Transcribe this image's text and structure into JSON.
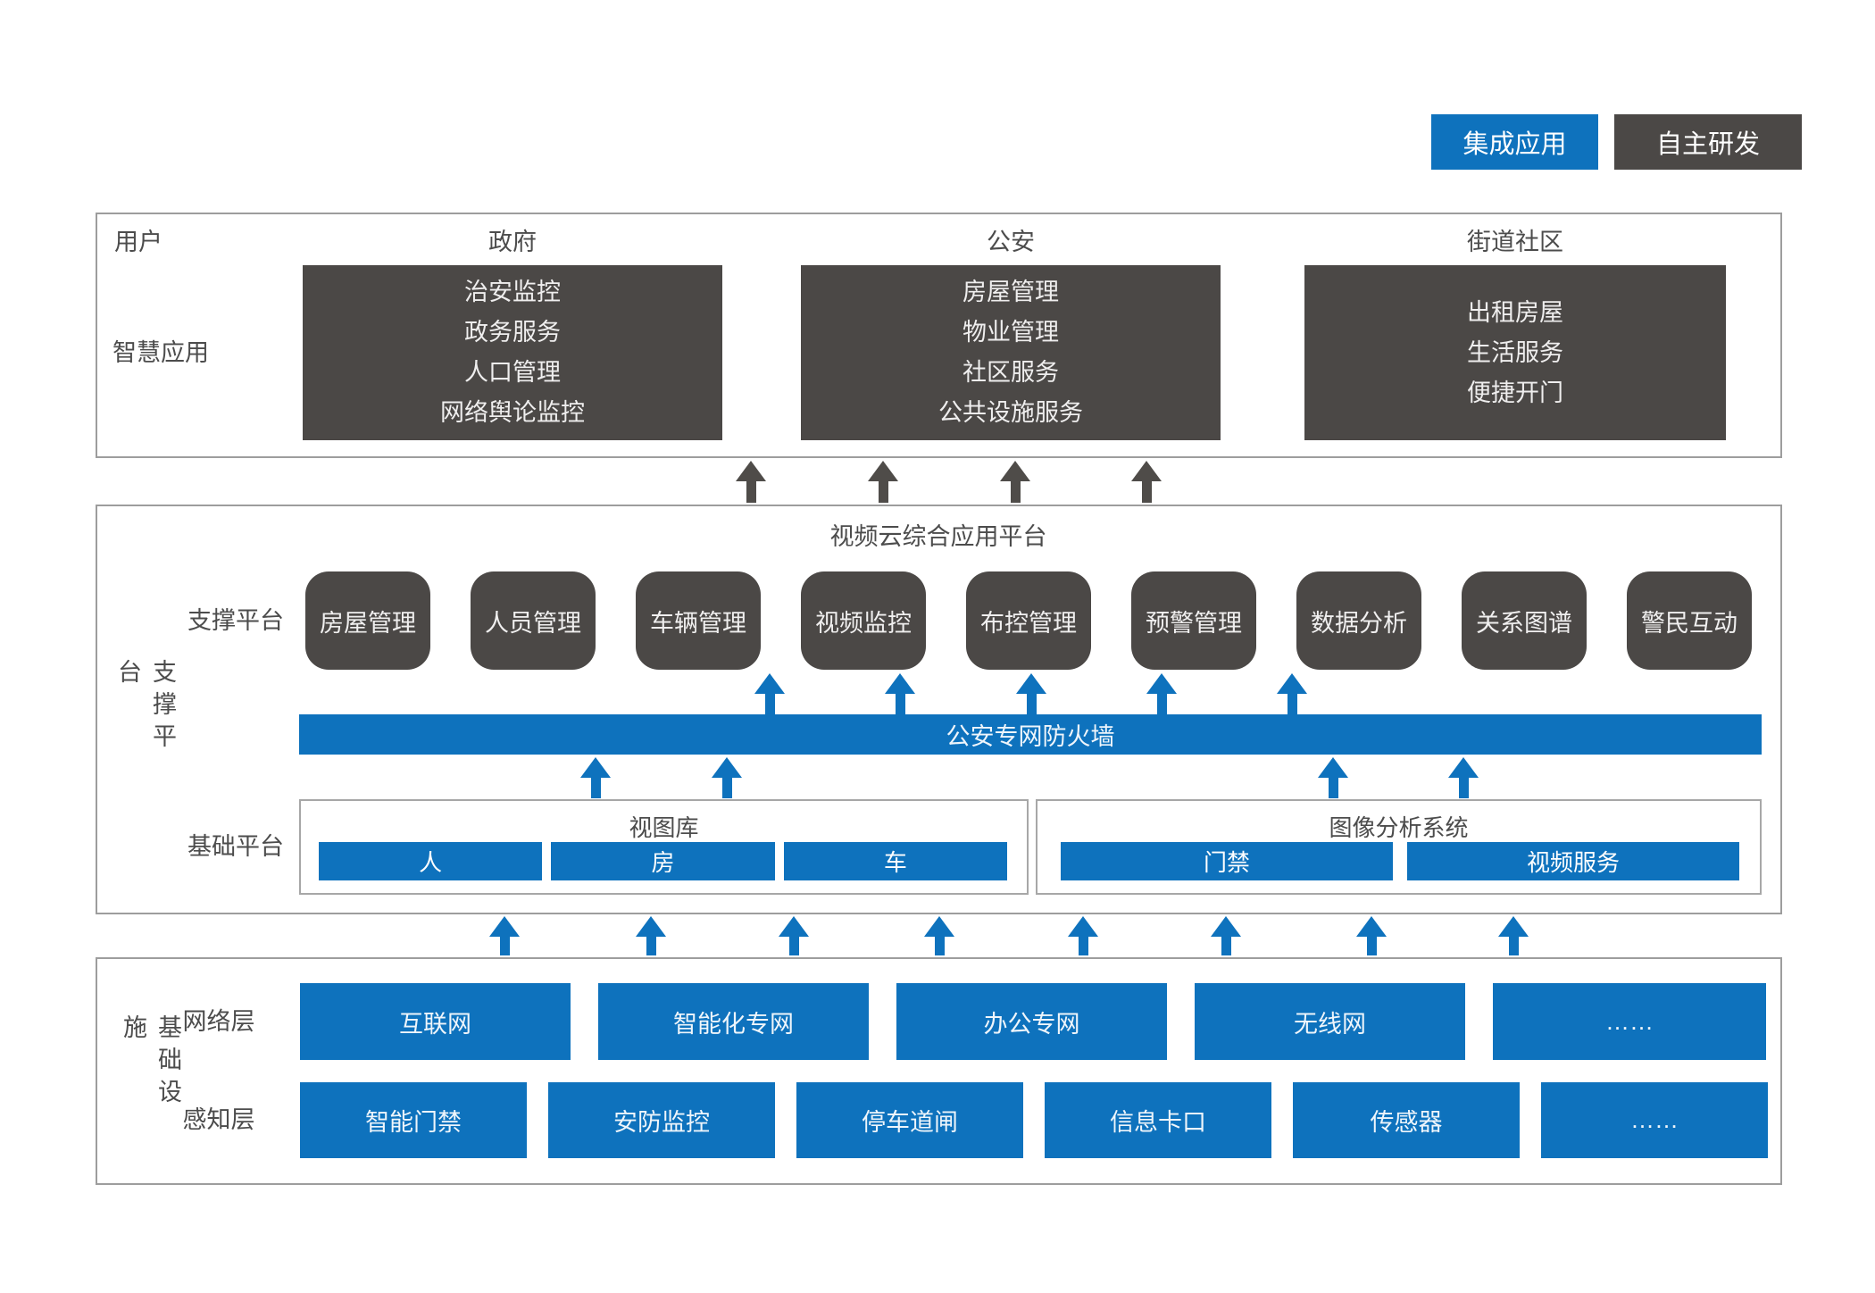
{
  "legend": {
    "integrated": "集成应用",
    "self_developed": "自主研发"
  },
  "colors": {
    "blue": "#0e72bd",
    "dark_gray": "#4b4846",
    "frame_gray": "#9d9d9d"
  },
  "user_section": {
    "row_label_users": "用户",
    "row_label_apps": "智慧应用",
    "columns": [
      {
        "header": "政府",
        "items": [
          "治安监控",
          "政务服务",
          "人口管理",
          "网络舆论监控"
        ]
      },
      {
        "header": "公安",
        "items": [
          "房屋管理",
          "物业管理",
          "社区服务",
          "公共设施服务"
        ]
      },
      {
        "header": "街道社区",
        "items": [
          "出租房屋",
          "生活服务",
          "便捷开门"
        ]
      }
    ]
  },
  "platform_section": {
    "side_label": "支撑平台",
    "title": "视频云综合应用平台",
    "support_row_label": "支撑平台",
    "support_boxes": [
      "房屋管理",
      "人员管理",
      "车辆管理",
      "视频监控",
      "布控管理",
      "预警管理",
      "数据分析",
      "关系图谱",
      "警民互动"
    ],
    "firewall": "公安专网防火墙",
    "base_row_label": "基础平台",
    "base_groups": [
      {
        "title": "视图库",
        "items": [
          "人",
          "房",
          "车"
        ]
      },
      {
        "title": "图像分析系统",
        "items": [
          "门禁",
          "视频服务"
        ]
      }
    ]
  },
  "infra_section": {
    "side_label": "基础设施",
    "network_label": "网络层",
    "network_items": [
      "互联网",
      "智能化专网",
      "办公专网",
      "无线网",
      "……"
    ],
    "sensor_label": "感知层",
    "sensor_items": [
      "智能门禁",
      "安防监控",
      "停车道闸",
      "信息卡口",
      "传感器",
      "……"
    ]
  }
}
